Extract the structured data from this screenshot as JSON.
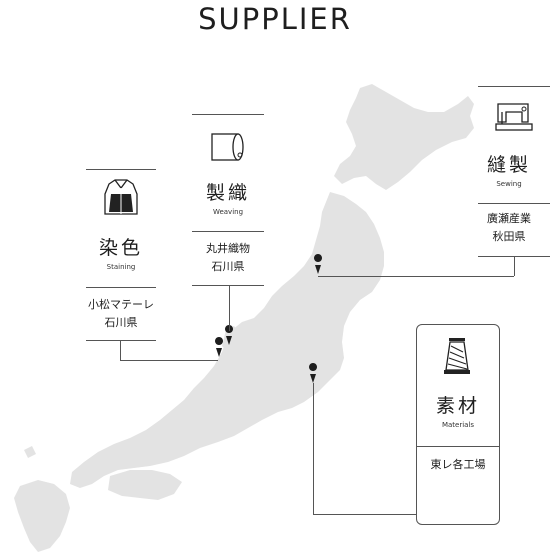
{
  "title": "SUPPLIER",
  "categories": [
    {
      "key": "staining",
      "jp": "染色",
      "en": "Staining",
      "supplier": [
        "小松マテーレ",
        "石川県"
      ],
      "icon": "shirt-icon"
    },
    {
      "key": "weaving",
      "jp": "製織",
      "en": "Weaving",
      "supplier": [
        "丸井織物",
        "石川県"
      ],
      "icon": "fabric-roll-icon"
    },
    {
      "key": "sewing",
      "jp": "縫製",
      "en": "Sewing",
      "supplier": [
        "廣瀬産業",
        "秋田県"
      ],
      "icon": "sewing-machine-icon"
    },
    {
      "key": "materials",
      "jp": "素材",
      "en": "Materials",
      "supplier": [
        "東レ各工場"
      ],
      "icon": "thread-cone-icon"
    }
  ]
}
